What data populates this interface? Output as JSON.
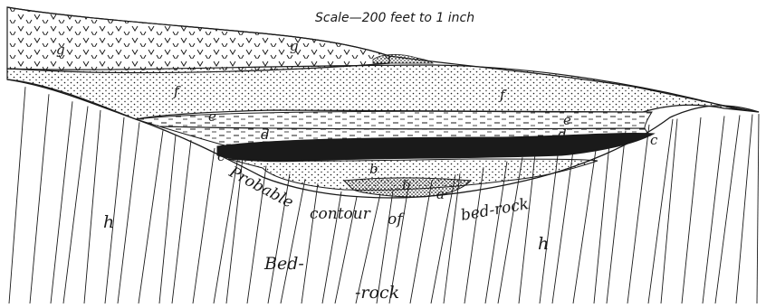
{
  "scale_caption": "Scale—200 feet to 1 inch",
  "layers": {
    "g": "g",
    "f": "f",
    "e": "e",
    "d": "d",
    "c": "c",
    "b": "b",
    "a": "a",
    "h": "h"
  },
  "annotations": {
    "contour_words": [
      "Probable",
      "contour",
      "of",
      "bed-rock"
    ],
    "bedrock_top": "Bed-",
    "bedrock_bottom": "-rock"
  },
  "colors": {
    "ink": "#1a1a1a",
    "paper": "#ffffff"
  }
}
